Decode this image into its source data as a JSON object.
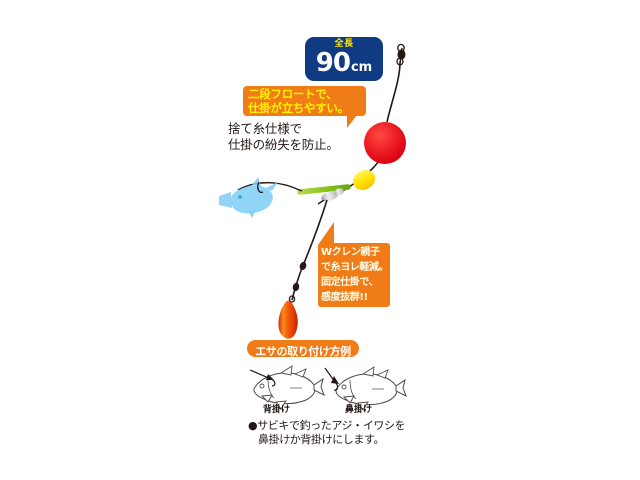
{
  "page": {
    "background": "#ffffff",
    "product_type": "fishing-rig-diagram"
  },
  "length_badge": {
    "label": "全長",
    "value": "90",
    "unit": "cm",
    "background_color": "#103a82",
    "label_color": "#ffe800",
    "value_color": "#ffffff"
  },
  "callout_top": {
    "lines": [
      "二段フロートで、",
      "仕掛が立ちやすい。"
    ],
    "background_color": "#f07c18",
    "text_color": "#fff200"
  },
  "note_top": {
    "lines": [
      "捨て糸仕様で",
      "仕掛の紛失を防止。"
    ],
    "text_color": "#231815"
  },
  "callout_middle": {
    "lines": [
      "Wクレン親子",
      "で糸ヨレ軽減。",
      "固定仕掛で、",
      "感度抜群!!"
    ],
    "background_color": "#f07c18",
    "text_color": "#fffbe6"
  },
  "rig": {
    "top_swivel": "swivel-icon",
    "upper_float": {
      "name": "red-round-float",
      "color": "#e60012"
    },
    "lower_float": {
      "name": "yellow-oval-float",
      "color": "#ffe100"
    },
    "green_sleeve_color": "#8ec31f",
    "w_swivel": {
      "name": "w-swivel-icon",
      "color": "#c9caca"
    },
    "sinker": {
      "name": "teardrop-sinker",
      "color": "#e95513"
    },
    "line_color": "#231815",
    "bait_fish": {
      "name": "bait-fish-on-hook",
      "color": "#7ecef4"
    }
  },
  "bait_section": {
    "heading": "エサの取り付け方例",
    "heading_background": "#f07c18",
    "heading_text_color": "#ffffff",
    "examples": [
      {
        "label": "背掛け",
        "icon": "fish-back-hook-icon"
      },
      {
        "label": "鼻掛け",
        "icon": "fish-nose-hook-icon"
      }
    ],
    "note_lines": [
      "●サビキで釣ったアジ・イワシを",
      "鼻掛けか背掛けにします。"
    ]
  }
}
